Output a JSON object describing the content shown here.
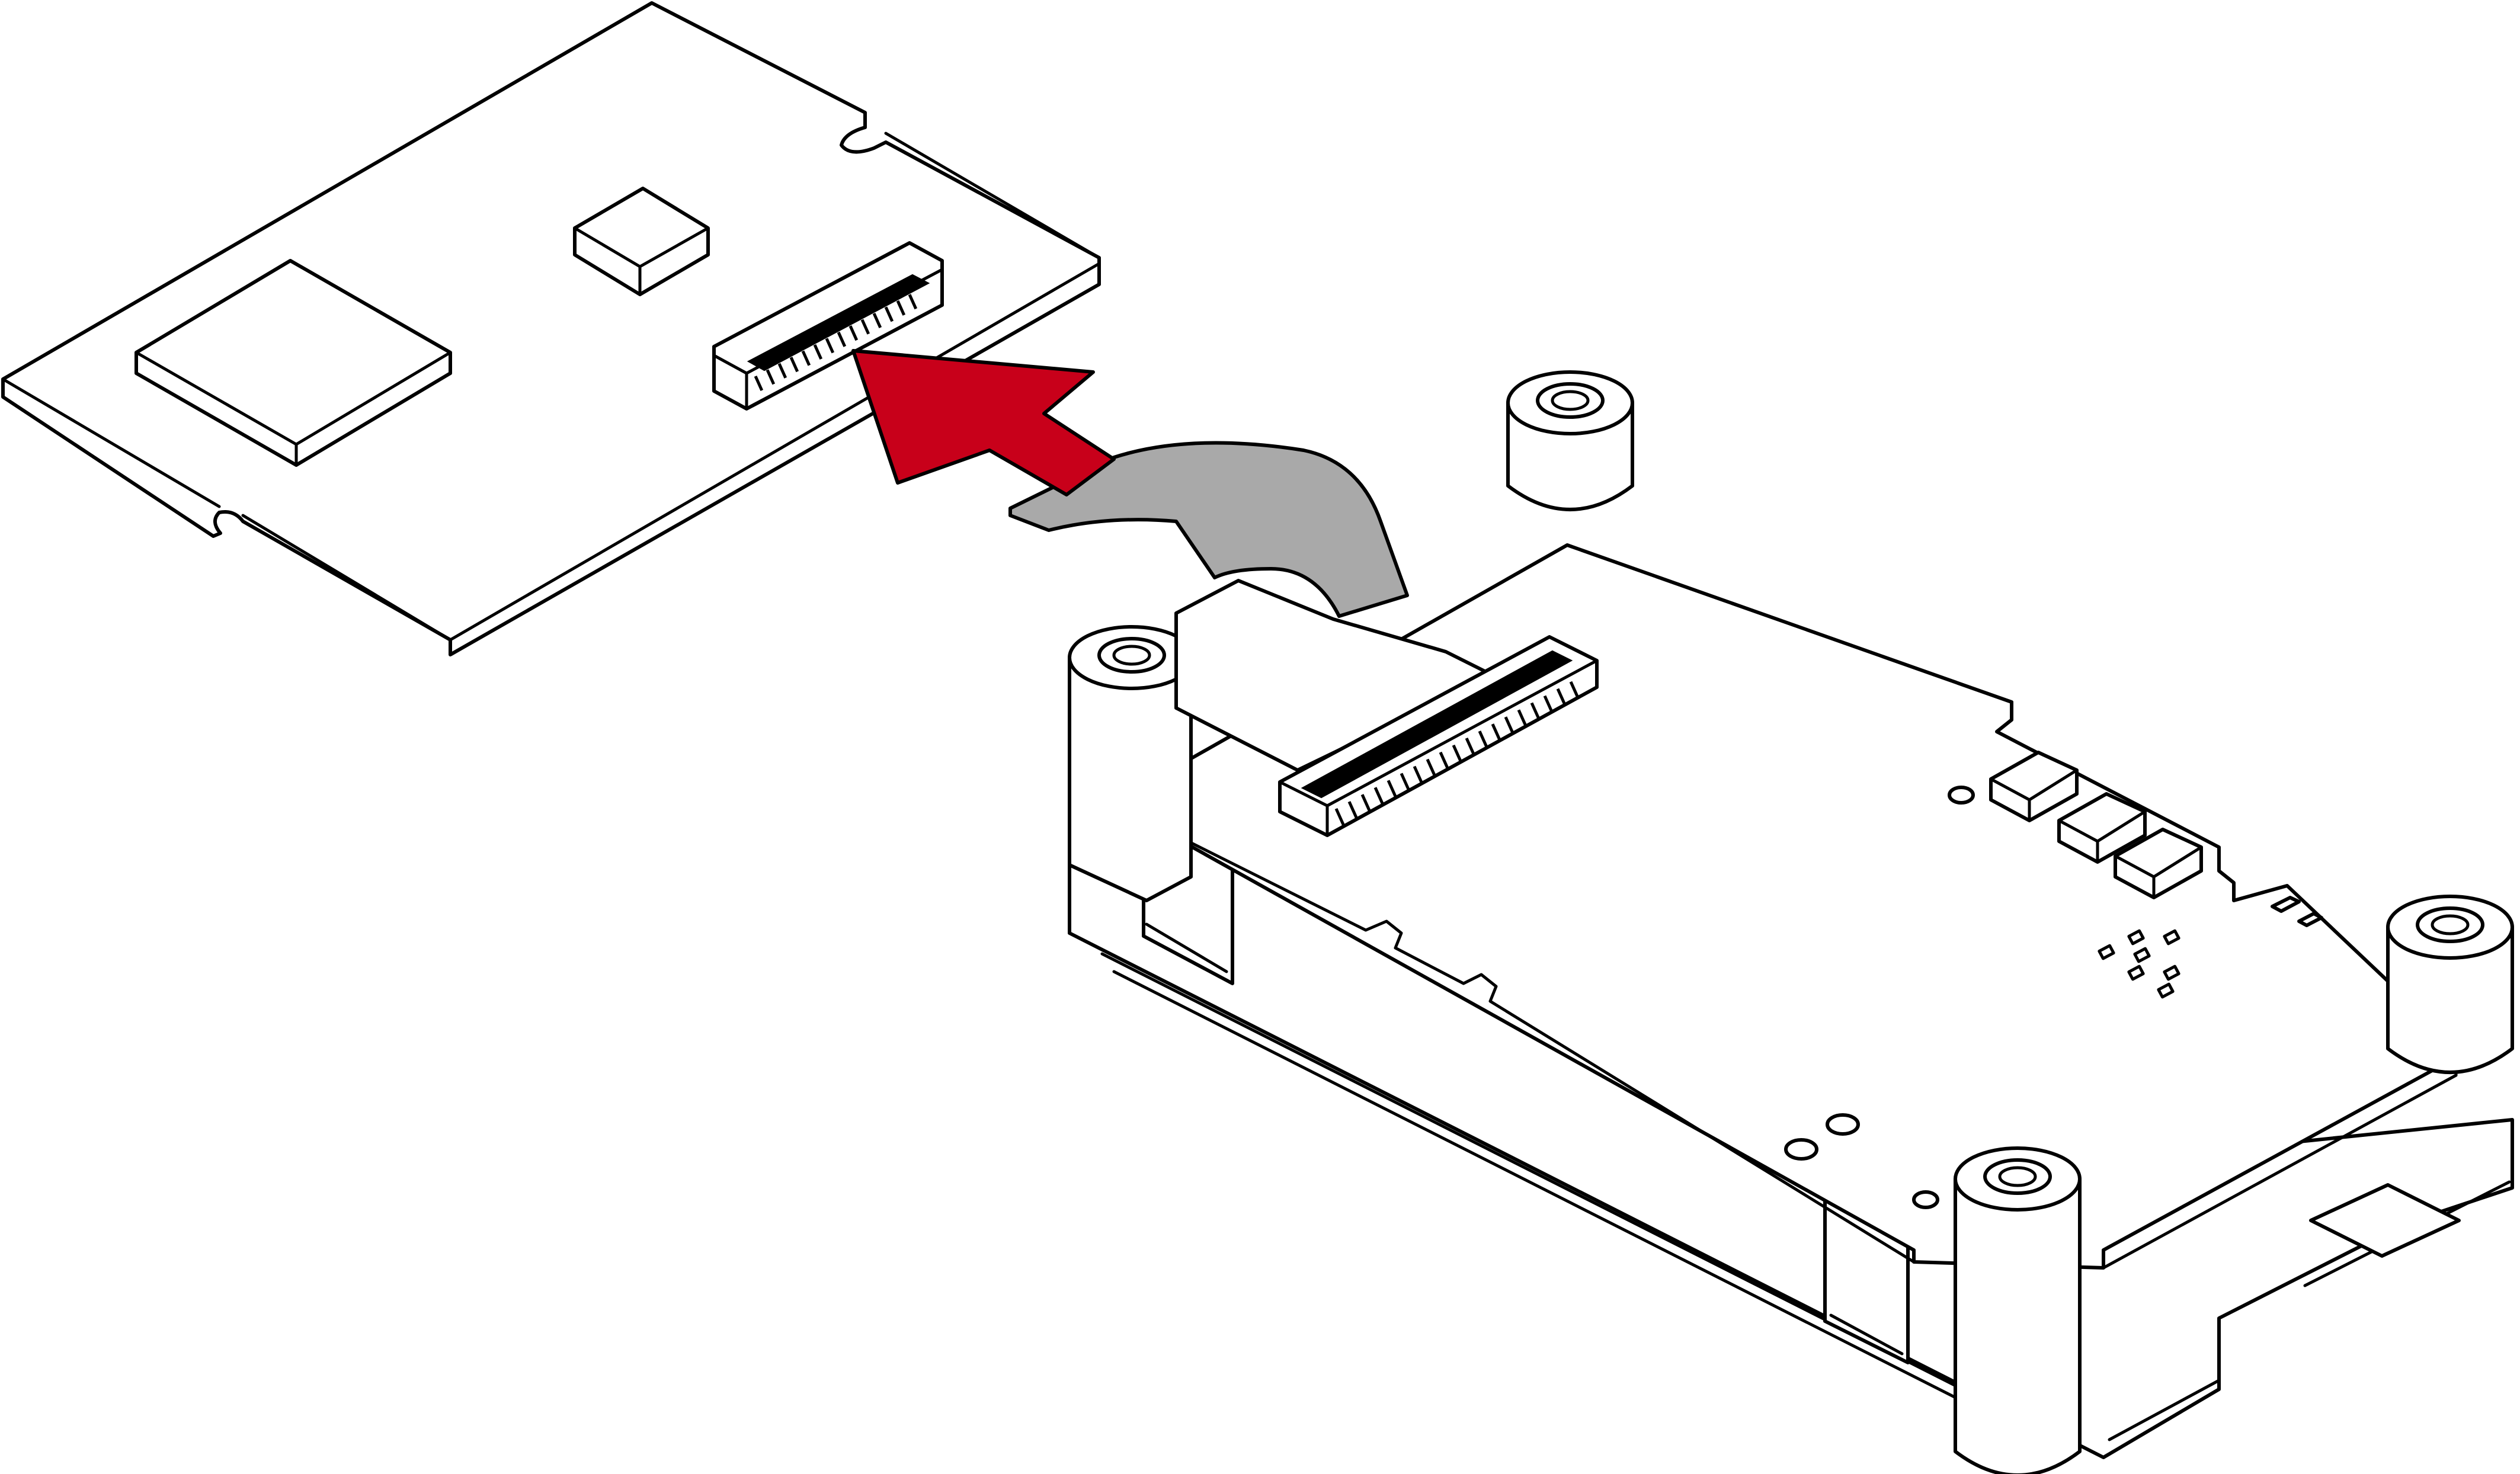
{
  "figure": {
    "type": "assembly-illustration",
    "parts": [
      "daughter-board",
      "main-board-in-housing",
      "ribbon-cable",
      "board-connector",
      "insertion-arrow"
    ],
    "colors": {
      "line": "#000000",
      "fill": "#ffffff",
      "arrow": "#c8001a",
      "cable": "#a9a9a9"
    }
  }
}
